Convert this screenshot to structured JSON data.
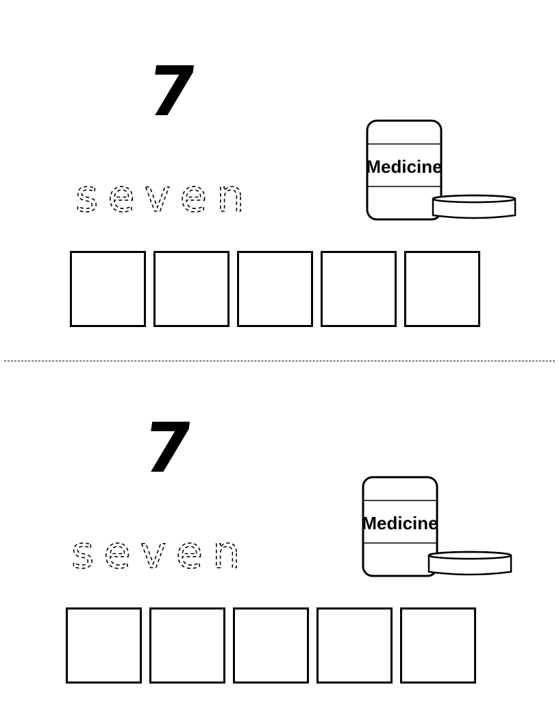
{
  "cards": [
    {
      "numeral": "7",
      "word": "seven",
      "label": "Medicine",
      "letter_boxes": 5
    },
    {
      "numeral": "7",
      "word": "seven",
      "label": "Medicine",
      "letter_boxes": 5
    }
  ]
}
